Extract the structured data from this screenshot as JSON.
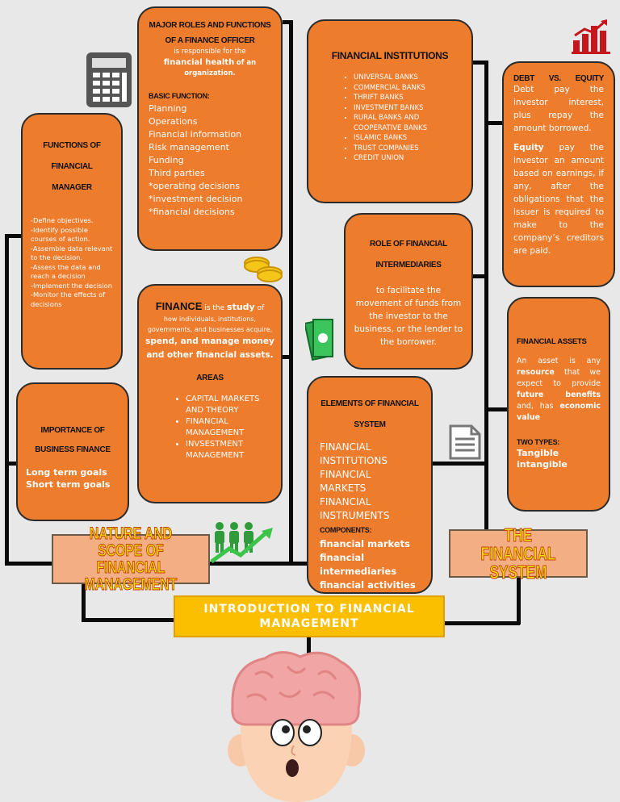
{
  "title": "INTRODUCTION TO FINANCIAL MANAGEMENT",
  "nature_label": "NATURE AND SCOPE OF FINANCIAL MANAGEMENT",
  "system_label": "THE FINANCIAL SYSTEM",
  "finance_officer": {
    "heading1": "MAJOR ROLES AND FUNCTIONS",
    "heading2": "OF A FINANCE OFFICER",
    "desc_a": "is responsible for the",
    "desc_b": "financial health",
    "desc_c": "of an",
    "desc_d": "organization.",
    "basic_title": "BASIC FUNCTION:",
    "items": [
      "Planning",
      "Operations",
      "Financial information",
      "Risk management",
      "Funding",
      "Third parties",
      "*operating decisions",
      "*investment decision",
      "*financial decisions"
    ]
  },
  "functions_manager": {
    "heading": [
      "FUNCTIONS OF",
      "FINANCIAL",
      "MANAGER"
    ],
    "items": [
      "-Define objectives.",
      "-Identify possible courses of action.",
      "-Assemble data relevant to the decision.",
      "-Assess the data and reach a decision",
      "-Implement the decision",
      "-Monitor the effects of decisions"
    ]
  },
  "importance": {
    "heading": [
      "IMPORTANCE OF",
      "BUSINESS FINANCE"
    ],
    "items": [
      "Long term goals",
      "Short term goals"
    ]
  },
  "finance": {
    "word": "FINANCE",
    "p1": "is the",
    "p2": "study",
    "p3": "of",
    "p4": "how individuals, institutions, governments, and businesses acquire,",
    "p5": "spend, and manage money and other financial assets.",
    "areas_title": "AREAS",
    "areas": [
      "CAPITAL MARKETS AND THEORY",
      "FINANCIAL MANAGEMENT",
      "INVSESTMENT MANAGEMENT"
    ]
  },
  "institutions": {
    "heading": "FINANCIAL INSTITUTIONS",
    "items": [
      "UNIVERSAL BANKS",
      "COMMERCIAL BANKS",
      "THRIFT BANKS",
      "INVESTMENT BANKS",
      "RURAL BANKS AND COOPERATIVE BANKS",
      "ISLAMIC BANKS",
      "TRUST COMPANIES",
      "CREDIT UNION"
    ]
  },
  "intermediaries": {
    "heading": [
      "ROLE OF FINANCIAL",
      "INTERMEDIARIES"
    ],
    "text": "to facilitate the movement of funds from the investor to the business, or the lender to the borrower."
  },
  "elements": {
    "heading": [
      "ELEMENTS OF FINANCIAL",
      "SYSTEM"
    ],
    "items": [
      "FINANCIAL INSTITUTIONS",
      "FINANCIAL MARKETS",
      "FINANCIAL INSTRUMENTS"
    ],
    "components_title": "COMPONENTS:",
    "components": [
      "financial markets",
      "financial intermediaries",
      "financial activities"
    ]
  },
  "debt_equity": {
    "h_debt": "DEBT",
    "h_vs": "VS.",
    "h_equity": "EQUITY",
    "debt_text": "Debt pay the investor interest, plus repay the amount borrowed.",
    "equity_word": "Equity",
    "equity_text": "pay the investor an amount based on earnings, if any, after the obligations that the issuer is required to make to the company’s creditors are paid."
  },
  "assets": {
    "heading": "FINANCIAL ASSETS",
    "t1": "An asset is any",
    "t2": "resource",
    "t3": "that we expect to provide",
    "t4": "future benefits",
    "t5": "and, has",
    "t6": "economic value",
    "types_title": "TWO TYPES:",
    "types": [
      "Tangible",
      "intangible"
    ]
  },
  "colors": {
    "box": "#ee7c2d",
    "title_box": "#fcbf00",
    "label_box": "#f4ae84"
  }
}
